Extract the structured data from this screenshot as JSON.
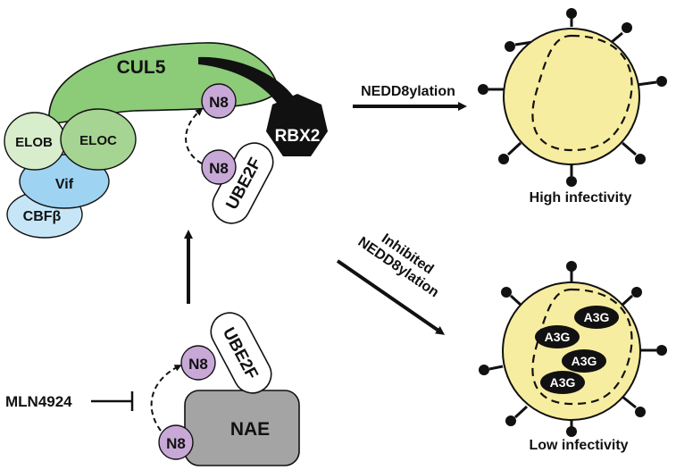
{
  "labels": {
    "cul5": "CUL5",
    "elob": "ELOB",
    "eloc": "ELOC",
    "vif": "Vif",
    "cbfb": "CBFβ",
    "n8": "N8",
    "rbx2": "RBX2",
    "ube2f": "UBE2F",
    "nae": "NAE",
    "mln4924": "MLN4924",
    "a3g": "A3G"
  },
  "arrows": {
    "neddylation": "NEDD8ylation",
    "inhibited_line1": "Inhibited",
    "inhibited_line2": "NEDD8ylation"
  },
  "outcomes": {
    "high": "High infectivity",
    "low": "Low infectivity"
  },
  "colors": {
    "cul5_green": "#8ccb78",
    "eloc_green": "#a6d492",
    "elob_green": "#d8edcc",
    "vif_blue": "#9fd3f2",
    "cbfb_blue": "#c6e6f8",
    "n8_purple": "#c7a8d6",
    "nae_gray": "#a4a4a4",
    "virion_yellow": "#f7eda0",
    "black": "#111111"
  }
}
